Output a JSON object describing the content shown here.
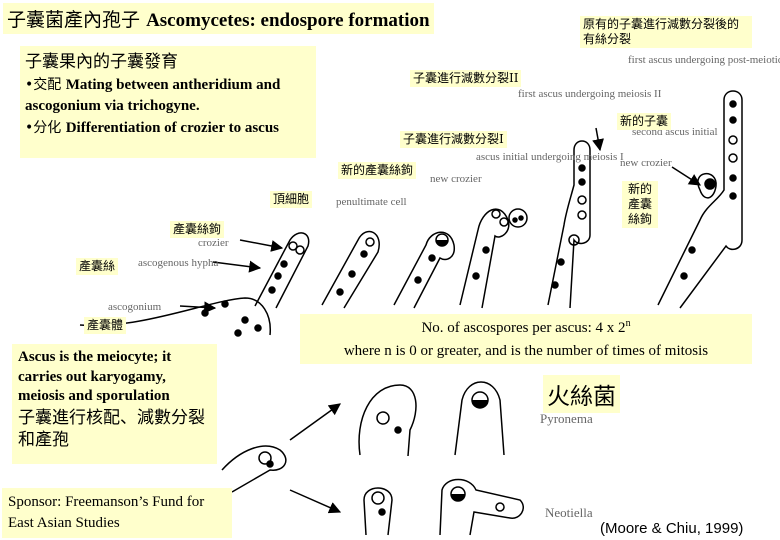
{
  "title": {
    "zh": "子囊菌產內孢子",
    "en": "Ascomycetes: endospore formation"
  },
  "intro": {
    "heading": "子囊果內的子囊發育",
    "item1_prefix": "•交配",
    "item1_en": "Mating between antheridium and ascogonium via trichogyne.",
    "item2_prefix": "•分化",
    "item2_en": "Differentiation of crozier to ascus"
  },
  "labels": {
    "zh_mitosis": "原有的子囊進行減數分裂後的有絲分裂",
    "zh_meiosis2": "子囊進行減數分裂II",
    "zh_meiosis1": "子囊進行減數分裂I",
    "zh_new_ascus": "新的子囊",
    "zh_new_crozier": "新的產囊絲鉤",
    "zh_new_crozier2": "新的產囊絲鉤",
    "zh_apical": "頂細胞",
    "zh_crozier": "產囊絲鉤",
    "zh_hypha": "產囊絲",
    "zh_ascogonium": "產囊體"
  },
  "diagram_text": {
    "crozier": "crozier",
    "ascogenous_hypha": "ascogenous hypha",
    "ascogonium": "ascogonium",
    "penultimate_cell": "penultimate cell",
    "new_crozier": "new crozier",
    "ascus_initial_meiosis1": "ascus initial undergoing meiosis I",
    "first_ascus_meiosis2": "first ascus undergoing meiosis II",
    "first_ascus_post_meiotic": "first ascus undergoing post-meiotic mitosis",
    "second_ascus_initial": "second ascus initial",
    "new_crozier_right": "new crozier",
    "pyronema": "Pyronema",
    "neotiella": "Neotiella"
  },
  "formula": {
    "line1": "No. of ascospores per ascus: 4 x 2",
    "exponent": "n",
    "line2": "where n is 0 or greater, and is the number of times of mitosis"
  },
  "meiocyte": {
    "en": "Ascus is the meiocyte; it carries out karyogamy, meiosis and sporulation",
    "zh": "子囊進行核配、減數分裂和產孢"
  },
  "pyronema_label": "火絲菌",
  "sponsor": "Sponsor: Freemanson’s Fund for East Asian Studies",
  "citation": "(Moore & Chiu, 1999)"
}
